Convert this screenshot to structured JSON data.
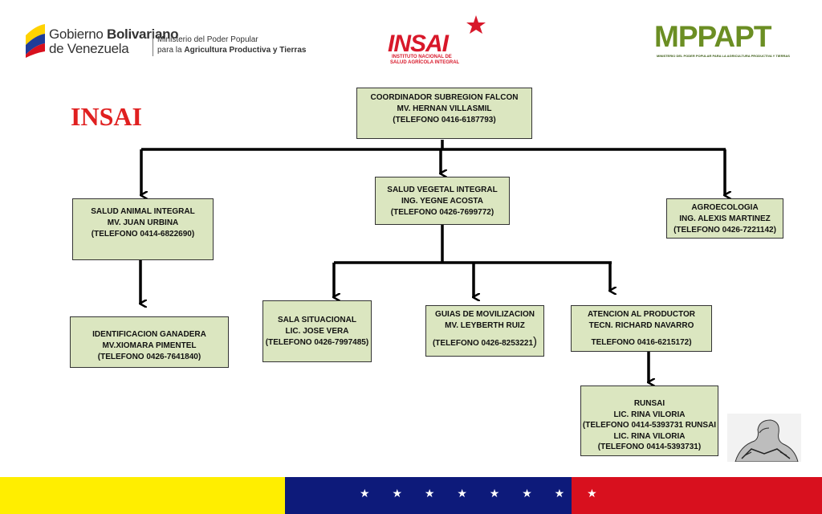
{
  "header": {
    "gobierno": {
      "line1_prefix": "Gobierno",
      "line1_bold": "Bolivariano",
      "line2": "de Venezuela",
      "ministry_line1": "Ministerio del Poder Popular",
      "ministry_line2_prefix": "para la",
      "ministry_line2_bold": "Agricultura Productiva y Tierras"
    },
    "insai_logo": {
      "name": "INSAI",
      "sub1": "INSTITUTO NACIONAL DE",
      "sub2": "SALUD AGRÍCOLA INTEGRAL"
    },
    "mppapt_logo": {
      "name": "MPPAPT",
      "sub": "MINISTERIO DEL PODER POPULAR PARA LA AGRICULTURA PRODUCTIVA Y TIERRAS"
    }
  },
  "title": "INSAI",
  "org": {
    "coordinator": [
      "COORDINADOR SUBREGION FALCON",
      "MV. HERNAN VILLASMIL",
      "(TELEFONO 0416-6187793)"
    ],
    "salud_animal": [
      "SALUD ANIMAL  INTEGRAL",
      "MV. JUAN URBINA",
      "(TELEFONO 0414-6822690)"
    ],
    "salud_vegetal": [
      "SALUD VEGETAL INTEGRAL",
      "ING. YEGNE ACOSTA",
      "(TELEFONO 0426-7699772)"
    ],
    "agroecologia": [
      "AGROECOLOGIA",
      "ING.  ALEXIS MARTINEZ",
      "(TELEFONO 0426-7221142)"
    ],
    "identificacion": [
      "IDENTIFICACION   GANADERA",
      "MV.XIOMARA PIMENTEL",
      "(TELEFONO 0426-7641840)"
    ],
    "sala_situacional": [
      "SALA SITUACIONAL",
      "LIC. JOSE VERA",
      "(TELEFONO 0426-7997485)"
    ],
    "guias": [
      "GUIAS DE MOVILIZACION",
      "MV. LEYBERTH RUIZ",
      "(TELEFONO 0426-8253221",
      ")"
    ],
    "atencion": [
      "ATENCION AL PRODUCTOR",
      "TECN. RICHARD NAVARRO",
      "TELEFONO  0416-6215172)"
    ],
    "runsai": [
      "RUNSAI",
      "LIC. RINA VILORIA",
      "(TELEFONO 0414-5393731 RUNSAI",
      "LIC. RINA VILORIA",
      "(TELEFONO 0414-5393731)"
    ]
  },
  "colors": {
    "box_fill": "#dbe6c0",
    "title_red": "#e02020",
    "flag_yellow": "#ffee00",
    "flag_blue": "#0d1a7a",
    "flag_red": "#d8101e"
  },
  "footer": {
    "stars": "★ ★ ★ ★ ★ ★ ★ ★"
  }
}
